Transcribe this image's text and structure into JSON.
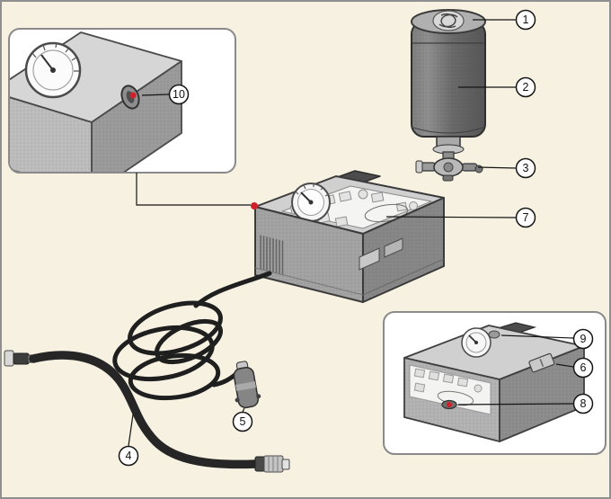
{
  "callouts": [
    {
      "label": "1"
    },
    {
      "label": "2"
    },
    {
      "label": "3"
    },
    {
      "label": "4"
    },
    {
      "label": "5"
    },
    {
      "label": "6"
    },
    {
      "label": "7"
    },
    {
      "label": "8"
    },
    {
      "label": "9"
    },
    {
      "label": "10"
    }
  ],
  "colors": {
    "background": "#f6f1e1",
    "inset_background": "#ffffff",
    "accent_red": "#d0202a",
    "line": "#141414"
  }
}
